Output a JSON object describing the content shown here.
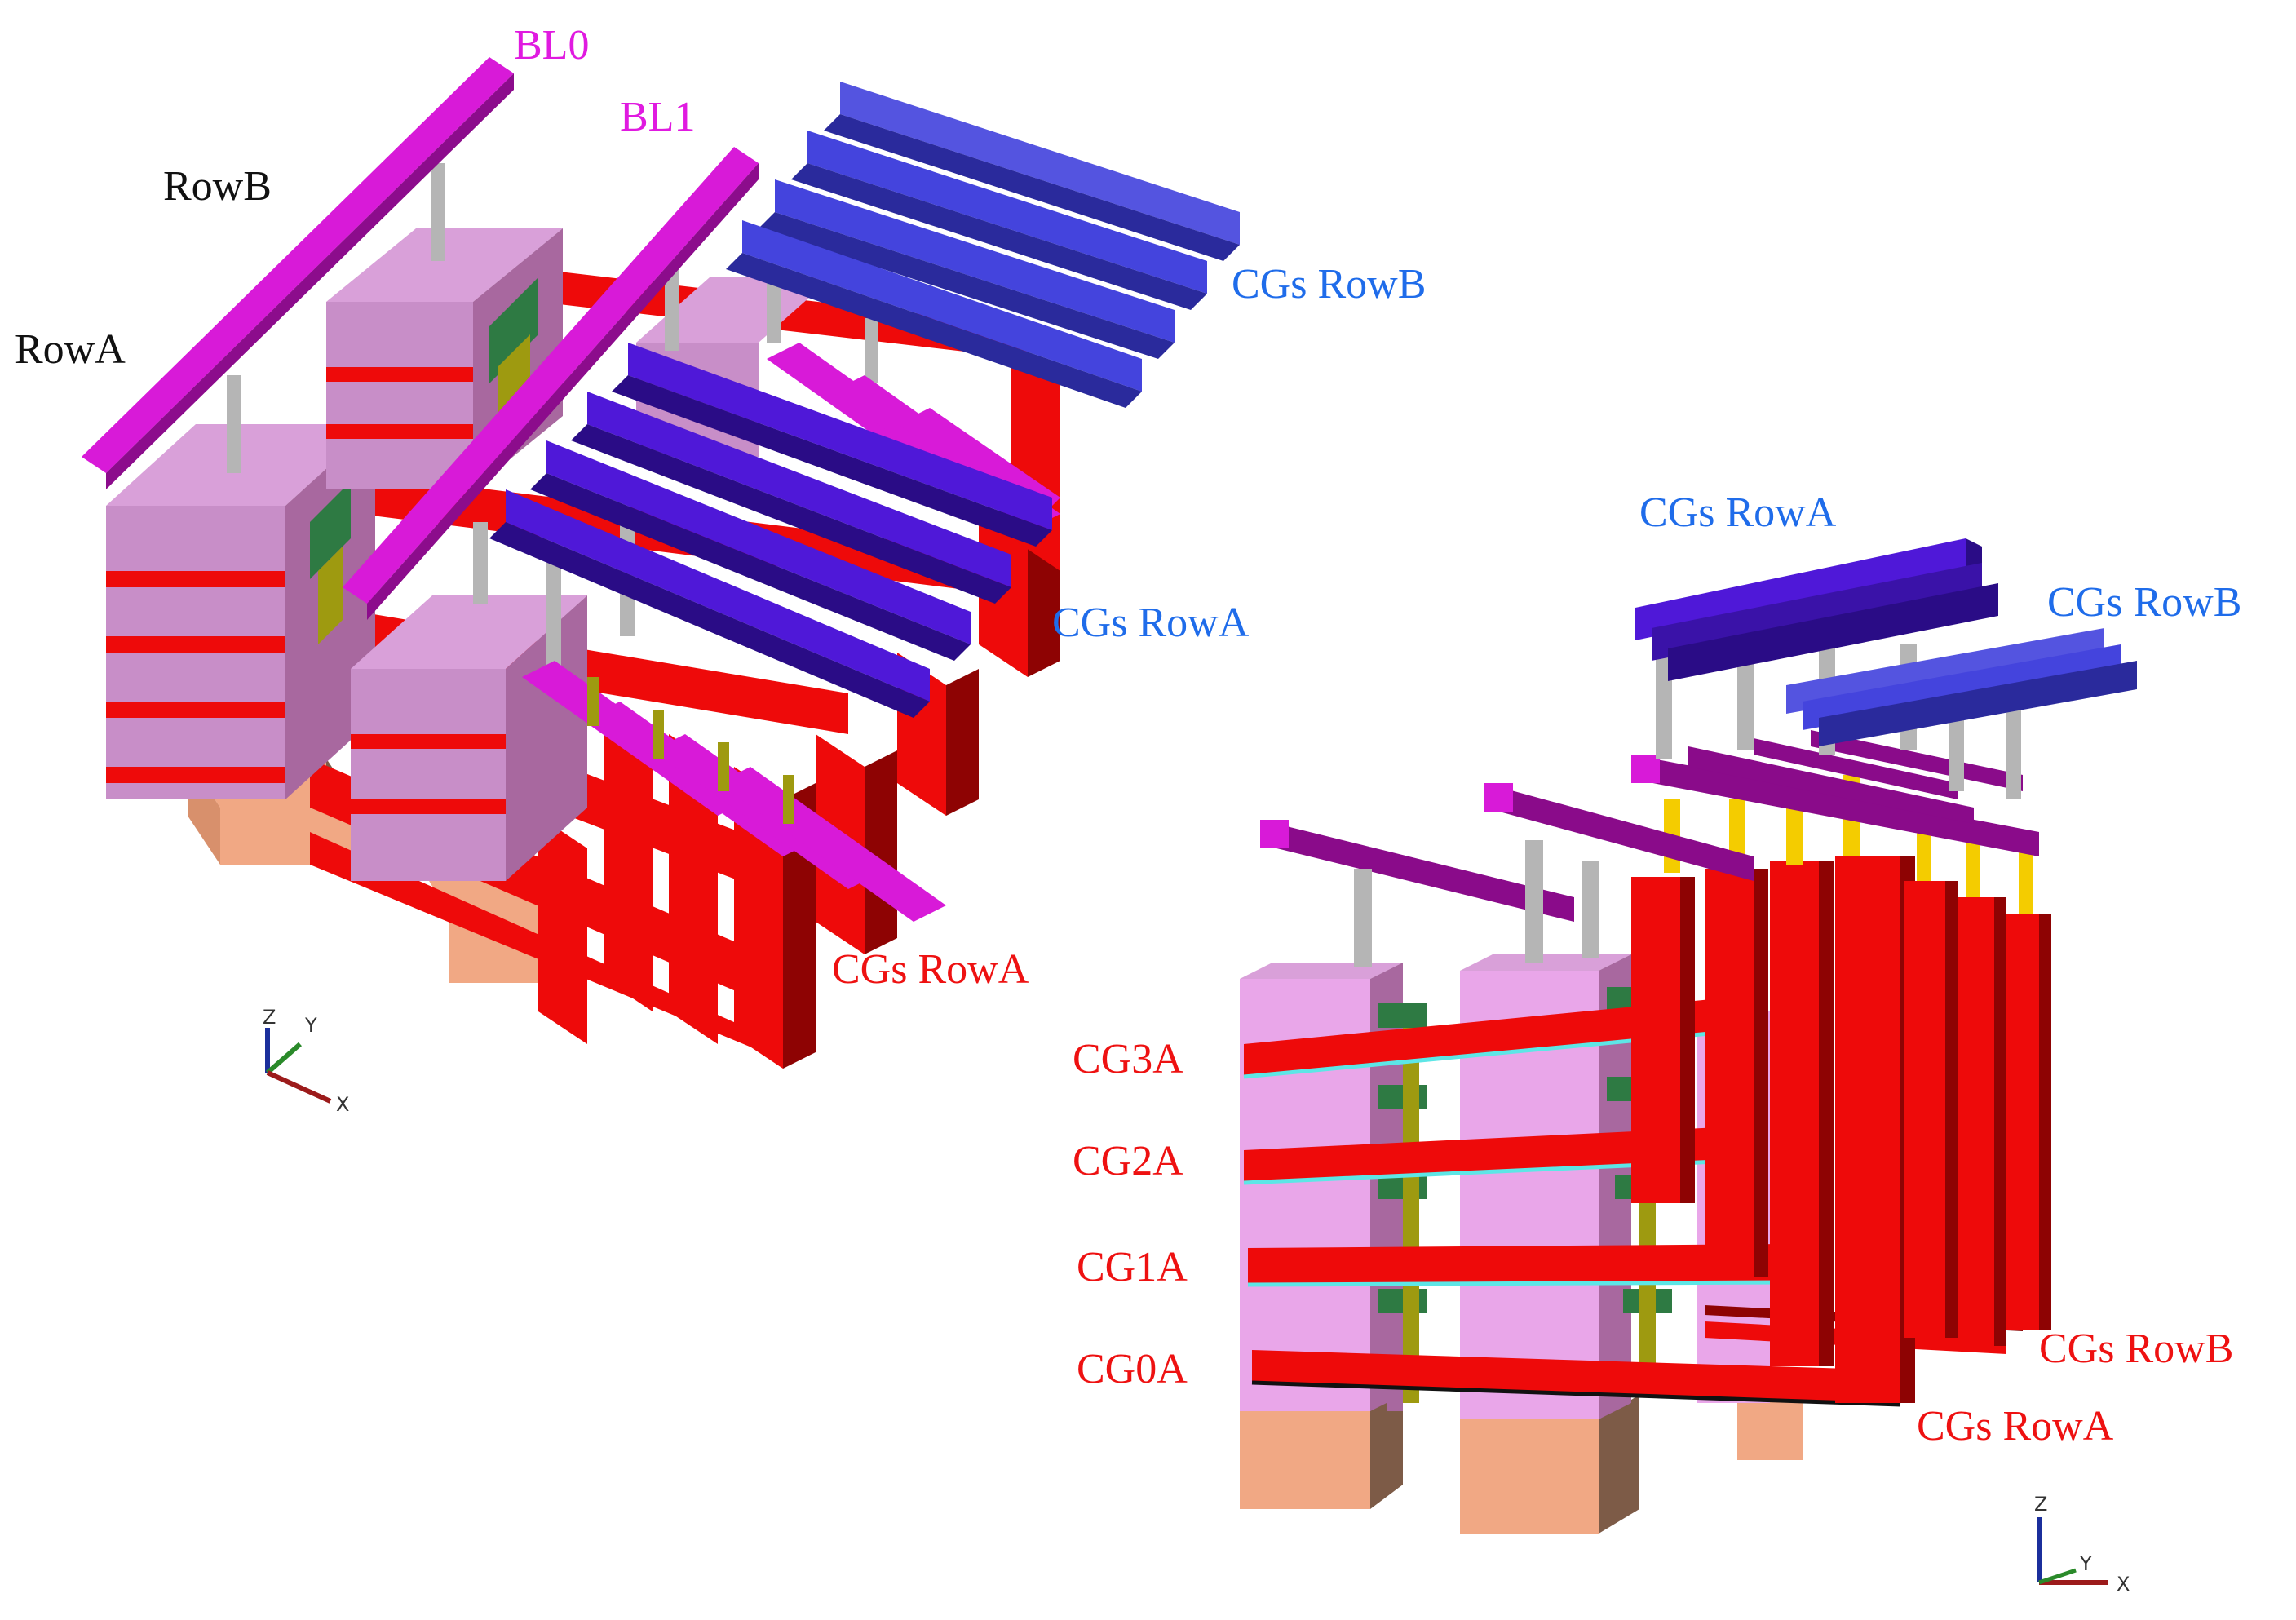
{
  "colors": {
    "bitline": "#d81ad8",
    "bitline_dark": "#8c0c8c",
    "bitline_purple": "#8a0b8a",
    "cg_rowB": "#4444dd",
    "cg_rowA": "#4f18d8",
    "cg_red": "#ee0a0a",
    "cg_red_dark": "#8e0303",
    "pillar_pink": "#e9a6e9",
    "pillar_side": "#a8689f",
    "oxide_green": "#2e7a43",
    "channel_yellow": "#9e9a10",
    "via_gray": "#b5b5b5",
    "via_gold": "#f4cc00",
    "substrate": "#f1a884",
    "substrate_side": "#7d5b47",
    "cyan_liner": "#5de6e6",
    "label_black": "#111111",
    "label_magenta": "#e01ae0",
    "label_blue": "#1f6cea",
    "label_red": "#ee1111"
  },
  "left_view": {
    "labels": {
      "bl0": "BL0",
      "bl1": "BL1",
      "rowB": "RowB",
      "rowA": "RowA",
      "cgs_rowB": "CGs RowB",
      "cgs_rowA_blue": "CGs RowA",
      "cgs_rowA_red": "CGs RowA"
    },
    "axes": {
      "z": "Z",
      "y": "Y",
      "x": "X"
    }
  },
  "right_view": {
    "labels": {
      "cgs_rowA_top": "CGs RowA",
      "cgs_rowB_top": "CGs RowB",
      "cg3a": "CG3A",
      "cg2a": "CG2A",
      "cg1a": "CG1A",
      "cg0a": "CG0A",
      "cgs_rowB_bottom": "CGs RowB",
      "cgs_rowA_bottom": "CGs RowA"
    },
    "axes": {
      "z": "Z",
      "y": "Y",
      "x": "X"
    }
  }
}
